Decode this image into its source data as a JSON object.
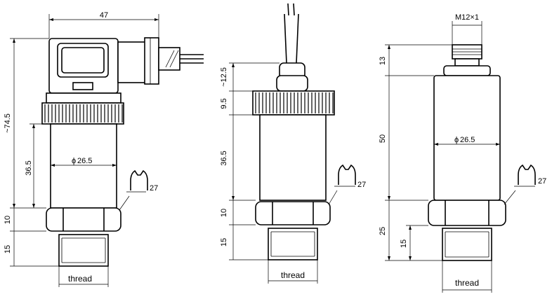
{
  "drawings": [
    {
      "name": "connector-sensor",
      "width_label": "47",
      "height_label": "~74.5",
      "body_label": "36.5",
      "hex_label": "10",
      "thread_len_label": "15",
      "diameter_label": "26.5",
      "wrench_label": "27",
      "thread_label": "thread"
    },
    {
      "name": "cable-sensor",
      "cable_label": "~12.5",
      "knurl_label": "9.5",
      "body_label": "36.5",
      "hex_label": "10",
      "thread_len_label": "15",
      "wrench_label": "27",
      "thread_label": "thread"
    },
    {
      "name": "m12-sensor",
      "connector_label": "M12×1",
      "top_label": "13",
      "body_label": "50",
      "diameter_label": "26.5",
      "hex_total_label": "25",
      "thread_len_label": "15",
      "wrench_label": "27",
      "thread_label": "thread"
    }
  ],
  "symbols": {
    "diameter": "ϕ"
  }
}
